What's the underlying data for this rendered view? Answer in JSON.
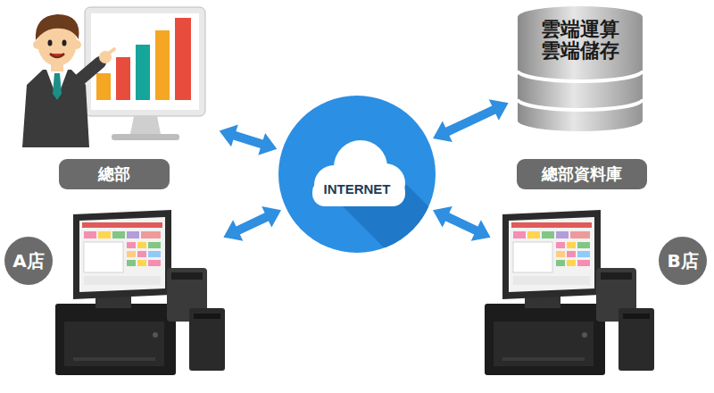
{
  "diagram": {
    "nodes": [
      {
        "text": [
          "總部"
        ]
      },
      {
        "text": [
          "雲端運算 雲端儲存"
        ]
      },
      {
        "text": [
          "總部資料庫"
        ]
      },
      {
        "text": [
          "INTERNET"
        ]
      },
      {
        "text": [
          "A店"
        ]
      },
      {
        "text": [
          "B店"
        ]
      }
    ],
    "edges": [
      {
        "from": 0,
        "to": 3,
        "arrow": "both"
      },
      {
        "from": 1,
        "to": 3,
        "arrow": "both"
      },
      {
        "from": 4,
        "to": 3,
        "arrow": "both"
      },
      {
        "from": 5,
        "to": 3,
        "arrow": "both"
      }
    ]
  }
}
